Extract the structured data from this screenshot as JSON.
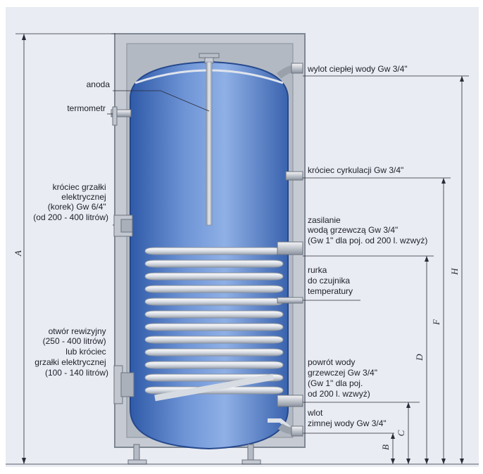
{
  "labels": {
    "anoda": "anoda",
    "termometr": "termometr",
    "hot_outlet": "wylot ciepłej wody Gw 3/4\"",
    "circulation": "króciec cyrkulacji Gw 3/4\"",
    "heater_port": [
      "króciec grzałki",
      "elektrycznej",
      "(korek) Gw 6/4\"",
      "(od 200 - 400 litrów)"
    ],
    "heating_supply": [
      "zasilanie",
      "wodą grzewczą Gw 3/4\"",
      "(Gw 1\" dla poj. od 200 l. wzwyż)"
    ],
    "sensor_tube": [
      "rurka",
      "do czujnika",
      "temperatury"
    ],
    "inspection": [
      "otwór rewizyjny",
      "(250 - 400 litrów)",
      "lub króciec",
      "grzałki elektrycznej",
      "(100 - 140 litrów)"
    ],
    "heating_return": [
      "powrót wody",
      "grzewczej Gw 3/4\"",
      "(Gw 1\" dla poj.",
      "od 200 l. wzwyż)"
    ],
    "cold_inlet": [
      "wlot",
      "zimnej wody Gw 3/4\""
    ]
  },
  "dimensions": {
    "A": "A",
    "B": "B",
    "C": "C",
    "D": "D",
    "F": "F",
    "H": "H"
  },
  "colors": {
    "background": "#e9ecf2",
    "casing": "#c7ccd4",
    "tank_blue": "#5f86c9",
    "coil": "#dcdfe6"
  }
}
